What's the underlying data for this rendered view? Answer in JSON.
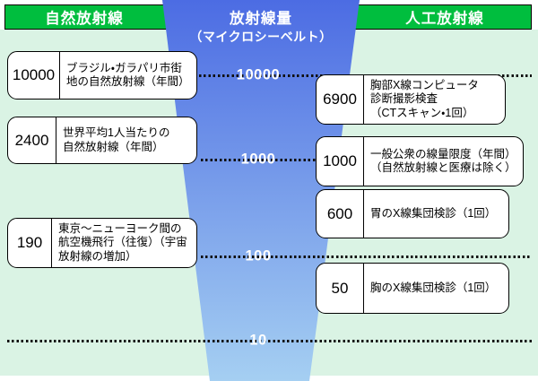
{
  "title_headers": {
    "left": "自然放射線",
    "center_title": "放射線量",
    "center_subtitle": "（マイクロシーベルト）",
    "right": "人工放射線"
  },
  "scale_labels": [
    "10000",
    "1000",
    "100",
    "10"
  ],
  "natural_items": [
    {
      "value": "10000",
      "desc": "ブラジル・ガラパリ市街\n地の自然放射線（年間）"
    },
    {
      "value": "2400",
      "desc": "世界平均1人当たりの\n自然放射線（年間）"
    },
    {
      "value": "190",
      "desc": "東京～ニューヨーク間の\n航空機飛行（往復）（宇宙\n放射線の増加）"
    }
  ],
  "artificial_items": [
    {
      "value": "6900",
      "desc": "胸部X線コンピュータ\n診断撮影検査\n（CTスキャン・1回）"
    },
    {
      "value": "1000",
      "desc": "一般公衆の線量限度（年間）\n（自然放射線と医療は除く）"
    },
    {
      "value": "600",
      "desc": "胃のX線集団検診（1回）"
    },
    {
      "value": "50",
      "desc": "胸のX線集団検診（1回）"
    }
  ],
  "colors": {
    "header_green": "#00be3e",
    "mint_background": "#daf3e4",
    "funnel_top_blue": "#4c6ce3",
    "funnel_bottom_blue": "#a5cff2",
    "dotted_line": "#101010",
    "box_border": "#000000"
  }
}
